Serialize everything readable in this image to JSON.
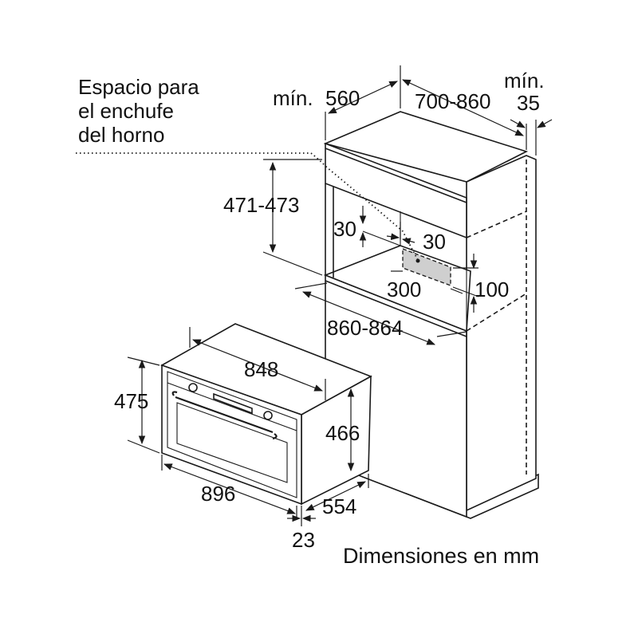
{
  "labels": {
    "socket_space_line1": "Espacio para",
    "socket_space_line2": "el enchufe",
    "socket_space_line3": "del horno",
    "min_width_prefix": "mín.",
    "min_width_value": "560",
    "depth_range": "700-860",
    "min_gap_prefix": "mín.",
    "min_gap_value": "35",
    "niche_height": "471-473",
    "socket_offset_left": "30",
    "socket_offset_right": "30",
    "socket_width": "300",
    "socket_height": "100",
    "cabinet_height": "860-864",
    "oven_width": "848",
    "oven_height_front": "475",
    "oven_height_body": "466",
    "oven_front_width": "896",
    "oven_depth": "554",
    "front_thickness": "23",
    "units_note": "Dimensiones en mm"
  },
  "colors": {
    "line": "#1a1a1a",
    "socket_fill": "#cfcfcf",
    "background": "#ffffff"
  }
}
